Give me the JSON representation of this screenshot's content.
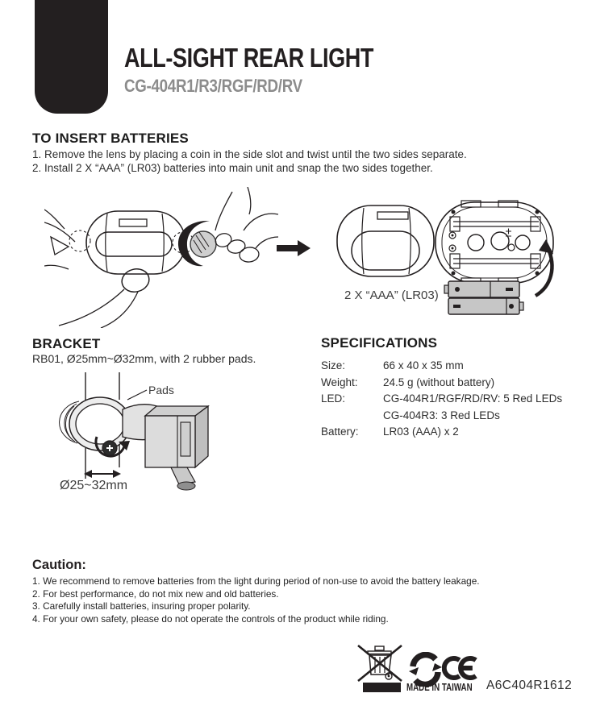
{
  "header": {
    "title": "ALL-SIGHT REAR LIGHT",
    "model": "CG-404R1/R3/RGF/RD/RV"
  },
  "batteries_section": {
    "heading": "TO INSERT BATTERIES",
    "steps": [
      "1. Remove the lens by placing a coin in the side slot and twist until the two sides separate.",
      "2. Install 2 X “AAA” (LR03) batteries into main unit and snap the two sides together."
    ],
    "battery_label": "2 X “AAA” (LR03)"
  },
  "bracket_section": {
    "heading": "BRACKET",
    "description": "RB01, Ø25mm~Ø32mm, with 2 rubber pads.",
    "pads_label": "Pads",
    "diameter_label": "Ø25~32mm"
  },
  "specifications_section": {
    "heading": "SPECIFICATIONS",
    "rows": [
      {
        "label": "Size:",
        "value": "66 x 40 x 35 mm"
      },
      {
        "label": "Weight:",
        "value": "24.5 g (without battery)"
      },
      {
        "label": "LED:",
        "value": "CG-404R1/RGF/RD/RV: 5 Red LEDs"
      },
      {
        "label": "",
        "value": "CG-404R3: 3 Red LEDs"
      },
      {
        "label": "Battery:",
        "value": "LR03 (AAA) x 2"
      }
    ]
  },
  "caution_section": {
    "heading": "Caution:",
    "items": [
      "1. We recommend to remove batteries from the light during period of non-use to avoid the battery leakage.",
      "2. For best performance, do not mix new and old batteries.",
      "3. Carefully install batteries, insuring proper polarity.",
      "4. For your own safety, please do not operate the controls of the product while riding."
    ]
  },
  "footer": {
    "made_in": "MADE IN TAIWAN",
    "part_code": "A6C404R1612",
    "icons": [
      "weee-crossed-bin-icon",
      "green-dot-recycling-icon",
      "ce-mark-icon"
    ]
  },
  "colors": {
    "ink": "#231f20",
    "model_gray": "#8c8c8c",
    "battery_gray": "#c6c6c6",
    "bracket_gray": "#dcdcdc"
  }
}
